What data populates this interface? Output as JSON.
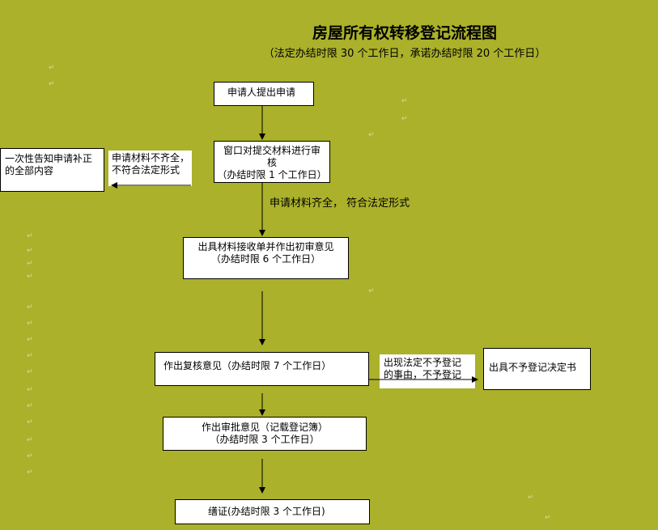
{
  "title": "房屋所有权转移登记流程图",
  "subtitle": "（法定办结时限 30 个工作日，承诺办结时限 20 个工作日）",
  "steps": {
    "apply": "申请人提出申请",
    "review": [
      "窗口对提交材料进行审",
      "核",
      "（办结时限 1 个工作日）"
    ],
    "inform": [
      "一次性告知申请补正",
      "的全部内容"
    ],
    "accept": [
      "出具材料接收单并作出初审意见",
      "（办结时限 6 个工作日）"
    ],
    "recheck": "作出复核意见（办结时限 7 个工作日）",
    "refuse": "出具不予登记决定书",
    "approve": [
      "作出审批意见（记载登记簿）",
      "（办结时限 3 个工作日）"
    ],
    "certify": "缮证(办结时限 3 个工作日)"
  },
  "labels": {
    "incomplete": [
      "申请材料不齐全，",
      "不符合法定形式"
    ],
    "complete": [
      "申请材料齐全，",
      "符合法定形式"
    ],
    "no_register": [
      "出现法定不予登记",
      "的事由，不予登记"
    ]
  },
  "colors": {
    "background": "#abb12a",
    "box": "#ffffff",
    "line": "#000000"
  }
}
